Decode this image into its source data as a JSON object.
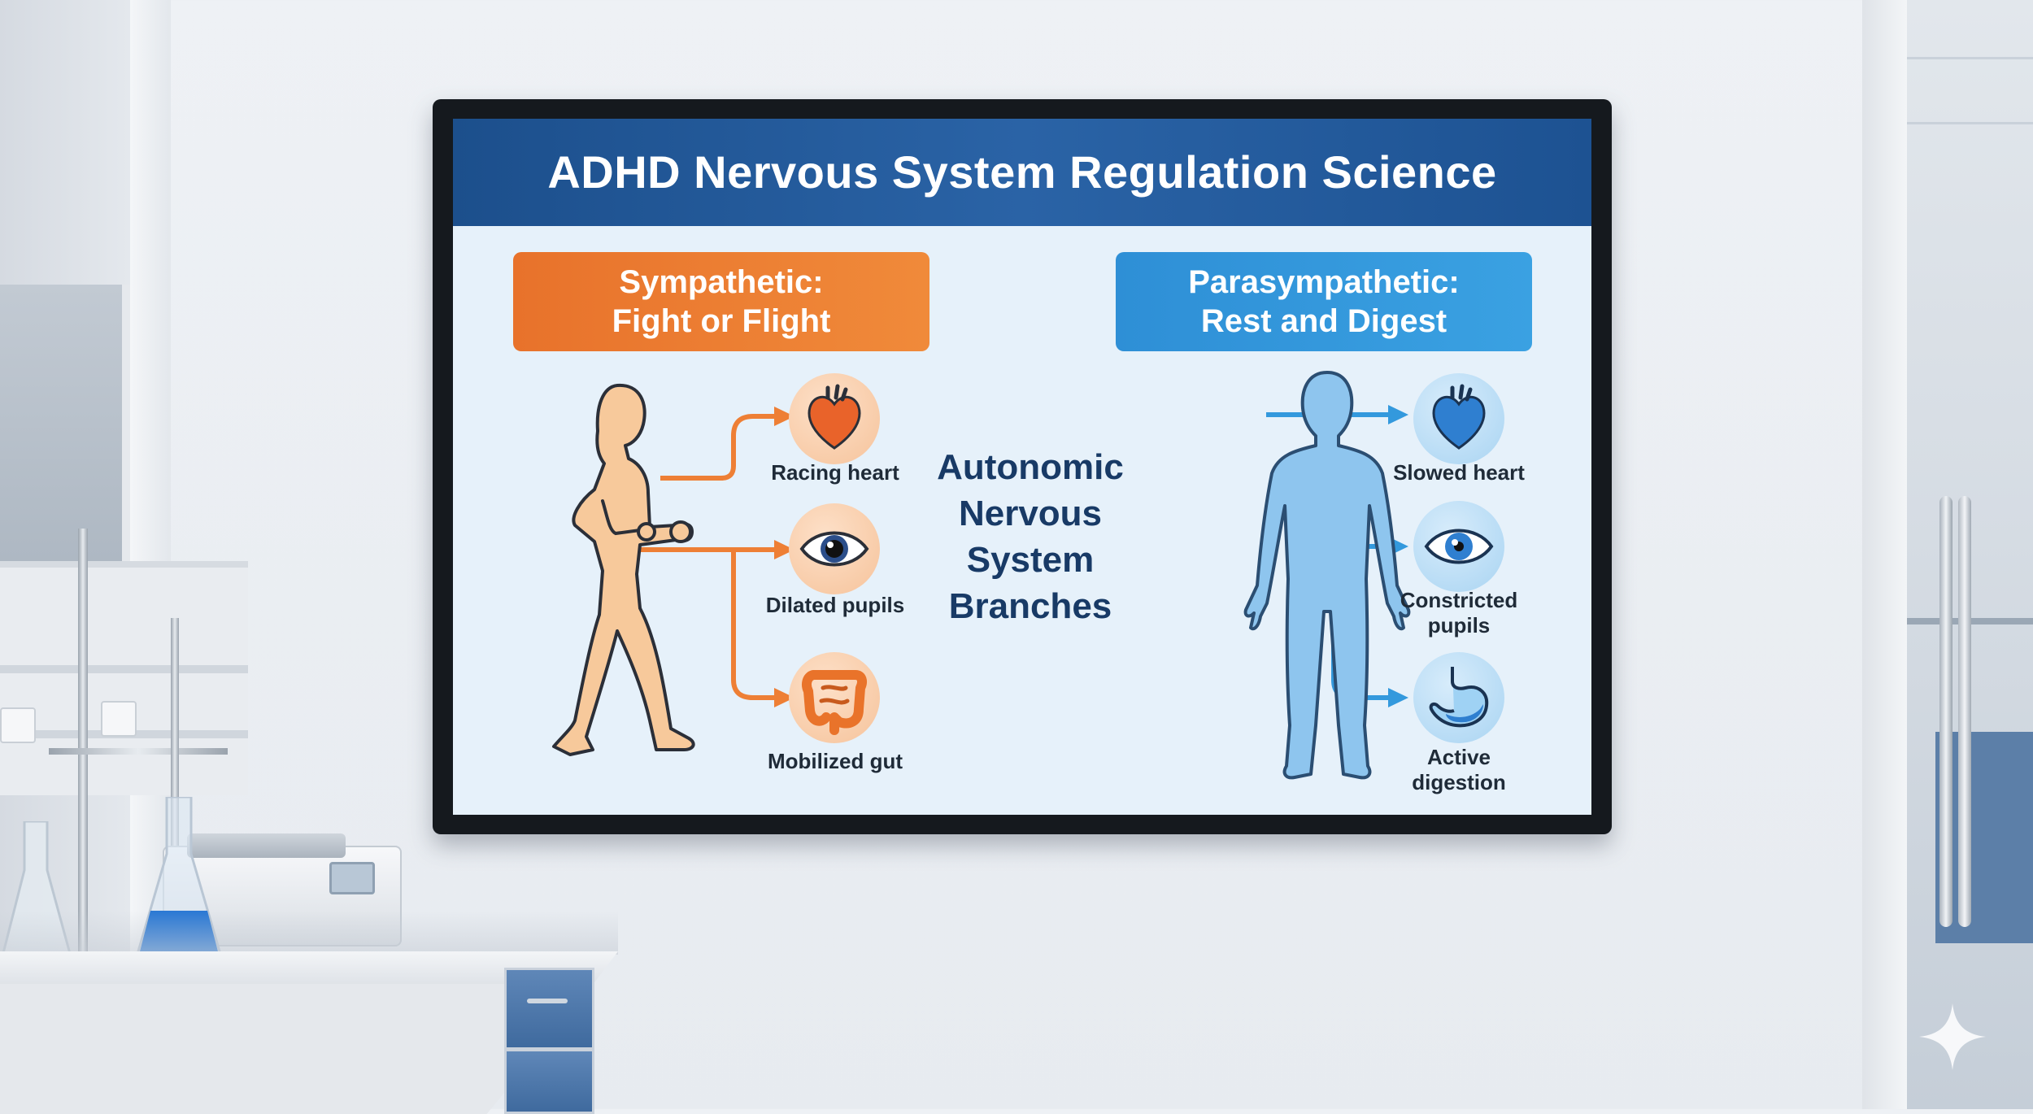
{
  "screen": {
    "title": "ADHD Nervous System Regulation Science",
    "center_label_lines": [
      "Autonomic",
      "Nervous",
      "System",
      "Branches"
    ],
    "sympathetic": {
      "header_line1": "Sympathetic:",
      "header_line2": "Fight or Flight",
      "color": "#ee7f35",
      "items": [
        {
          "icon": "heart-icon",
          "caption": "Racing heart"
        },
        {
          "icon": "eye-icon",
          "caption": "Dilated pupils"
        },
        {
          "icon": "intestine-icon",
          "caption": "Mobilized gut"
        }
      ]
    },
    "parasympathetic": {
      "header_line1": "Parasympathetic:",
      "header_line2": "Rest and Digest",
      "color": "#3399dd",
      "items": [
        {
          "icon": "heart-icon",
          "caption": "Slowed heart"
        },
        {
          "icon": "eye-icon",
          "caption_line1": "Constricted",
          "caption_line2": "pupils"
        },
        {
          "icon": "stomach-icon",
          "caption_line1": "Active",
          "caption_line2": "digestion"
        }
      ]
    }
  },
  "colors": {
    "title_bar": "#1f558f",
    "screen_bg": "#e6f1fa",
    "orange": "#ee7f35",
    "blue": "#3399dd",
    "navy_text": "#183a66"
  }
}
